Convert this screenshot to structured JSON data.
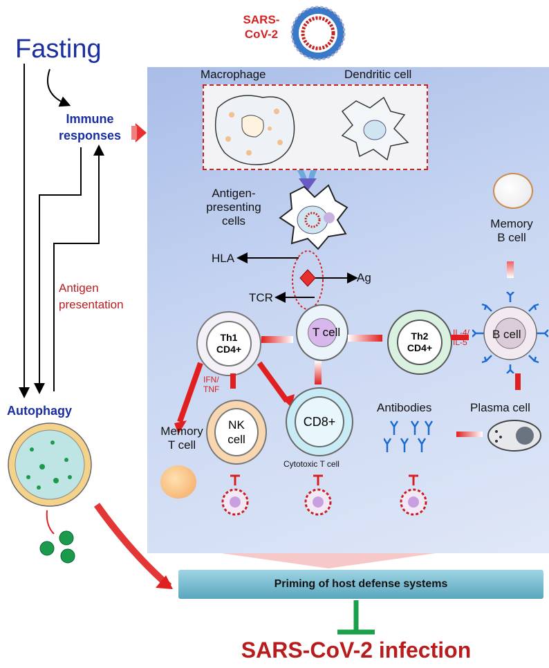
{
  "virus": {
    "label_line1": "SARS-",
    "label_line2": "CoV-2"
  },
  "fasting": "Fasting",
  "immune_responses": {
    "line1": "Immune",
    "line2": "responses"
  },
  "antigen_presentation": {
    "line1": "Antigen",
    "line2": "presentation"
  },
  "autophagy": "Autophagy",
  "macrophage": "Macrophage",
  "dendritic_cell": "Dendritic cell",
  "apc": {
    "line1": "Antigen-",
    "line2": "presenting",
    "line3": "cells"
  },
  "hla": "HLA",
  "ag": "Ag",
  "tcr": "TCR",
  "th1": {
    "line1": "Th1",
    "line2": "CD4+"
  },
  "t_cell": "T cell",
  "th2": {
    "line1": "Th2",
    "line2": "CD4+"
  },
  "il": {
    "line1": "IL-4/",
    "line2": "IL-5"
  },
  "b_cell": "B cell",
  "memory_b": {
    "line1": "Memory",
    "line2": "B cell"
  },
  "ifn": {
    "line1": "IFN/",
    "line2": "TNF"
  },
  "nk": {
    "line1": "NK",
    "line2": "cell"
  },
  "cd8": "CD8+",
  "cytotoxic": "Cytotoxic T cell",
  "memory_t": {
    "line1": "Memory",
    "line2": "T cell"
  },
  "antibodies": "Antibodies",
  "plasma_cell": "Plasma cell",
  "priming": "Priming of host defense systems",
  "infection": "SARS-CoV-2 infection",
  "colors": {
    "blue_text": "#1a2ea0",
    "red_text": "#b81c1c",
    "panel": "#bccbee",
    "green": "#1aa04a"
  }
}
